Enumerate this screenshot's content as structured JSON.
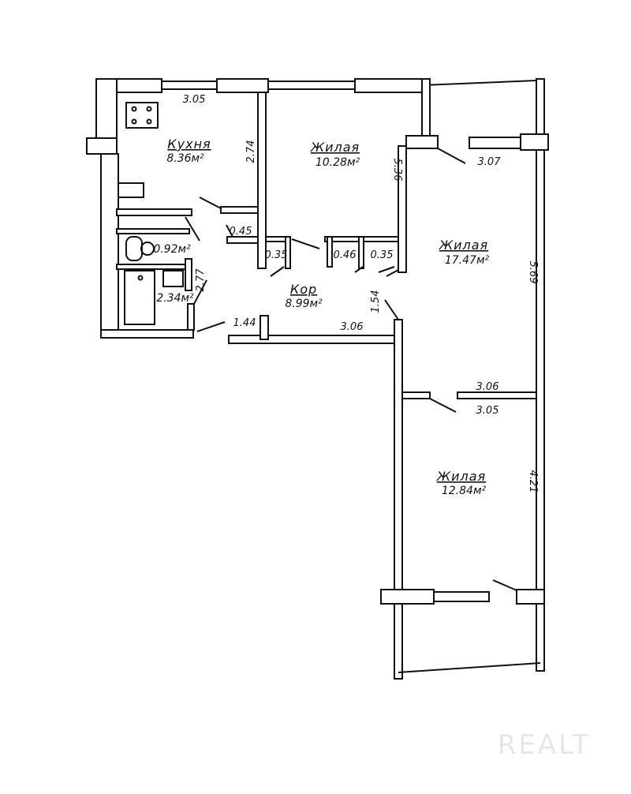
{
  "rooms": {
    "kitchen": {
      "name": "Кухня",
      "area": "8.36м²",
      "width": "3.05",
      "depth": "2.74"
    },
    "bedroom1": {
      "name": "Жилая",
      "area": "10.28м²",
      "depth": "5.36"
    },
    "living": {
      "name": "Жилая",
      "area": "17.47м²",
      "width": "3.07",
      "depth": "5.69"
    },
    "bedroom2": {
      "name": "Жилая",
      "area": "12.84м²",
      "width": "3.05",
      "depth": "4.21"
    },
    "corridor": {
      "name": "Кор",
      "area": "8.99м²",
      "width": "3.06",
      "depth": "1.54",
      "entry": "1.44"
    },
    "toilet": {
      "area": "0.92м²"
    },
    "bathroom": {
      "area": "2.34м²",
      "depth": "2.77"
    }
  },
  "closets": [
    "0.45",
    "0.35",
    "0.46",
    "0.35"
  ],
  "partition_dim": "3.06",
  "watermark": "REALT"
}
